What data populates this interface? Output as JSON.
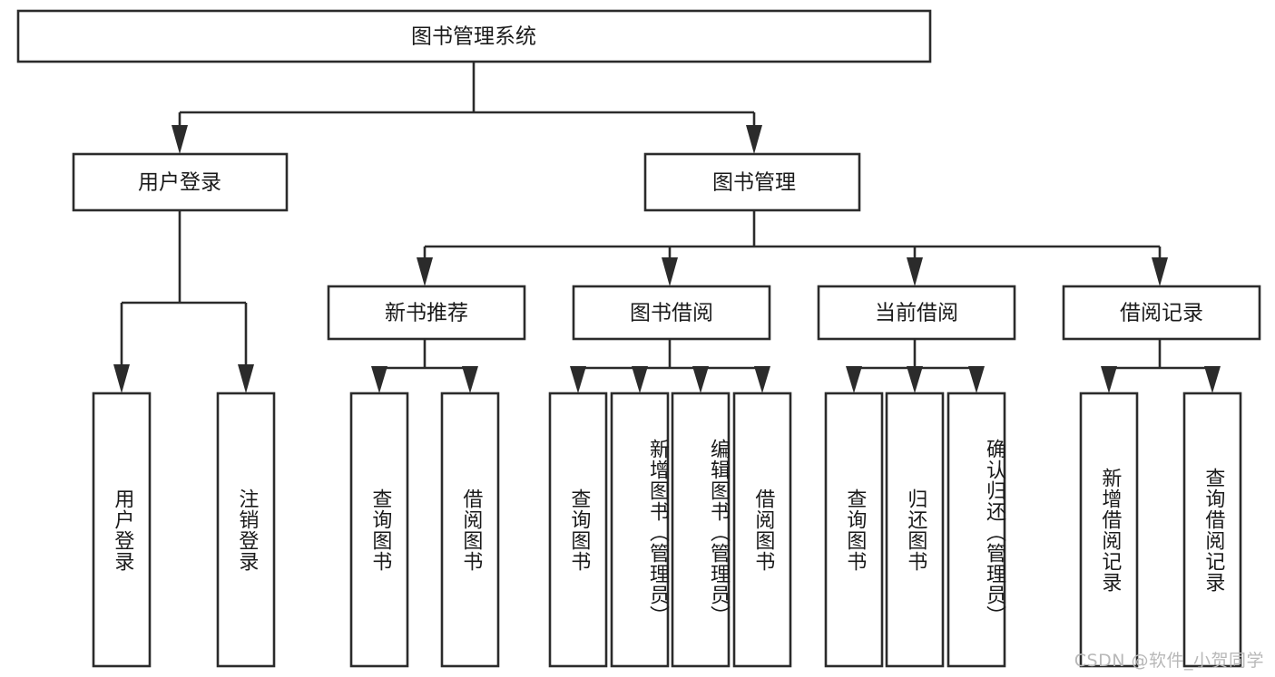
{
  "diagram": {
    "type": "tree-hierarchy",
    "title": "图书管理系统",
    "orientation": "top-down",
    "colors": {
      "stroke": "#2b2b2b",
      "fill": "#ffffff",
      "text": "#1a1a1a",
      "watermark": "#b8b8b8",
      "background": "#ffffff"
    },
    "levels": [
      {
        "level": 1,
        "nodes": [
          {
            "id": "root",
            "label": "图书管理系统",
            "orientation": "horizontal"
          }
        ]
      },
      {
        "level": 2,
        "nodes": [
          {
            "id": "login",
            "label": "用户登录",
            "orientation": "horizontal",
            "parent": "root"
          },
          {
            "id": "bookmgmt",
            "label": "图书管理",
            "orientation": "horizontal",
            "parent": "root"
          }
        ]
      },
      {
        "level": 3,
        "nodes": [
          {
            "id": "newbook",
            "label": "新书推荐",
            "orientation": "horizontal",
            "parent": "bookmgmt"
          },
          {
            "id": "borrow",
            "label": "图书借阅",
            "orientation": "horizontal",
            "parent": "bookmgmt"
          },
          {
            "id": "current",
            "label": "当前借阅",
            "orientation": "horizontal",
            "parent": "bookmgmt"
          },
          {
            "id": "records",
            "label": "借阅记录",
            "orientation": "horizontal",
            "parent": "bookmgmt"
          }
        ]
      },
      {
        "level": 4,
        "nodes": [
          {
            "id": "leaf-1",
            "label": "用户登录",
            "orientation": "vertical",
            "parent": "login"
          },
          {
            "id": "leaf-2",
            "label": "注销登录",
            "orientation": "vertical",
            "parent": "login"
          },
          {
            "id": "leaf-3",
            "label": "查询图书",
            "orientation": "vertical",
            "parent": "newbook"
          },
          {
            "id": "leaf-4",
            "label": "借阅图书",
            "orientation": "vertical",
            "parent": "newbook"
          },
          {
            "id": "leaf-5",
            "label": "查询图书",
            "orientation": "vertical",
            "parent": "borrow"
          },
          {
            "id": "leaf-6",
            "label": "新增图书（管理员）",
            "orientation": "vertical",
            "parent": "borrow"
          },
          {
            "id": "leaf-7",
            "label": "编辑图书（管理员）",
            "orientation": "vertical",
            "parent": "borrow"
          },
          {
            "id": "leaf-8",
            "label": "借阅图书",
            "orientation": "vertical",
            "parent": "borrow"
          },
          {
            "id": "leaf-9",
            "label": "查询图书",
            "orientation": "vertical",
            "parent": "current"
          },
          {
            "id": "leaf-10",
            "label": "归还图书",
            "orientation": "vertical",
            "parent": "current"
          },
          {
            "id": "leaf-11",
            "label": "确认归还（管理员）",
            "orientation": "vertical",
            "parent": "current"
          },
          {
            "id": "leaf-12",
            "label": "新增借阅记录",
            "orientation": "vertical",
            "parent": "records"
          },
          {
            "id": "leaf-13",
            "label": "查询借阅记录",
            "orientation": "vertical",
            "parent": "records"
          }
        ]
      }
    ]
  },
  "watermark": {
    "text": "CSDN @软件_小贺同学"
  }
}
